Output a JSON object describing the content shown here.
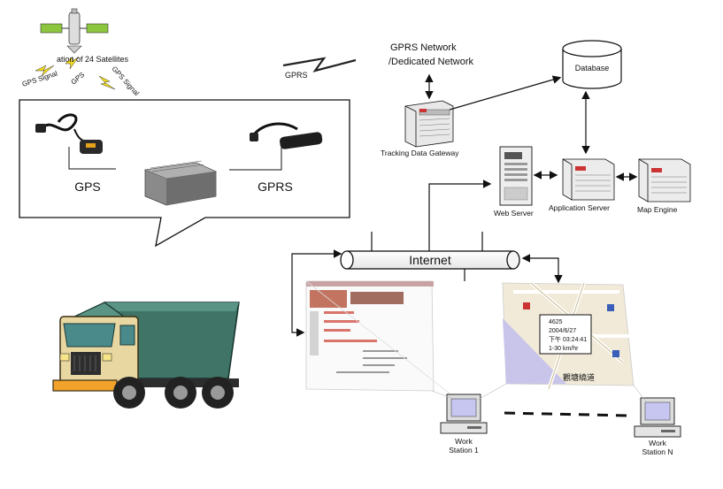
{
  "satellites": {
    "label": "ation of 24 Satellites"
  },
  "gps_signals": [
    "GPS Signal",
    "GPS",
    "GPS Signal"
  ],
  "gprs_wave_label": "GPRS",
  "network": {
    "line1": "GPRS Network",
    "line2": "/Dedicated Network"
  },
  "nodes": {
    "database": "Database",
    "gateway": "Tracking Data Gateway",
    "web_server": "Web Server",
    "app_server": "Application Server",
    "map_engine": "Map Engine",
    "internet": "Internet"
  },
  "bubble": {
    "gps_label": "GPS",
    "gprs_label": "GPRS"
  },
  "map_popup": {
    "line1": "4625",
    "line2": "2004/6/27",
    "line3": "下午 03:24:41",
    "line4": "1-30 km/hr"
  },
  "map_street": "觀塘繞道",
  "workstations": [
    {
      "line1": "Work",
      "line2": "Station 1"
    },
    {
      "line1": "Work",
      "line2": "Station N"
    }
  ],
  "colors": {
    "truck_cab": "#e8d7a0",
    "truck_bed": "#3f7466",
    "bumper": "#f0a22a",
    "line": "#111111"
  }
}
